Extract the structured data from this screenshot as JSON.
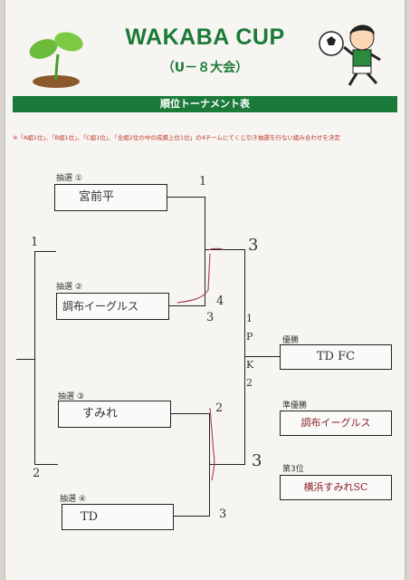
{
  "header": {
    "title": "WAKABA CUP",
    "subtitle": "（U－８大会）",
    "banner": "順位トーナメント表",
    "note": "※「A組1位」、「B組1位」、「C組1位」、「全組2位の中の成績上位1位」の4チームにてくじ引き抽選を行ない組み合わせを決定"
  },
  "draws": [
    {
      "label": "抽選 ①",
      "team": "宮前平"
    },
    {
      "label": "抽選 ②",
      "team": "調布イーグルス"
    },
    {
      "label": "抽選 ③",
      "team": "すみれ"
    },
    {
      "label": "抽選 ④",
      "team": "TD"
    }
  ],
  "results": {
    "champion_label": "優勝",
    "champion": "TD FC",
    "runner_up_label": "準優勝",
    "runner_up": "調布イーグルス",
    "third_label": "第3位",
    "third": "横浜すみれSC"
  },
  "scores": {
    "s1": "1",
    "s2": "4",
    "s3": "3",
    "s4": "2",
    "s5": "3",
    "s6": "3",
    "s7": "3",
    "s8": "1",
    "s9": "2",
    "s10": "1",
    "s11": "P",
    "s12": "K",
    "s13": "2"
  }
}
